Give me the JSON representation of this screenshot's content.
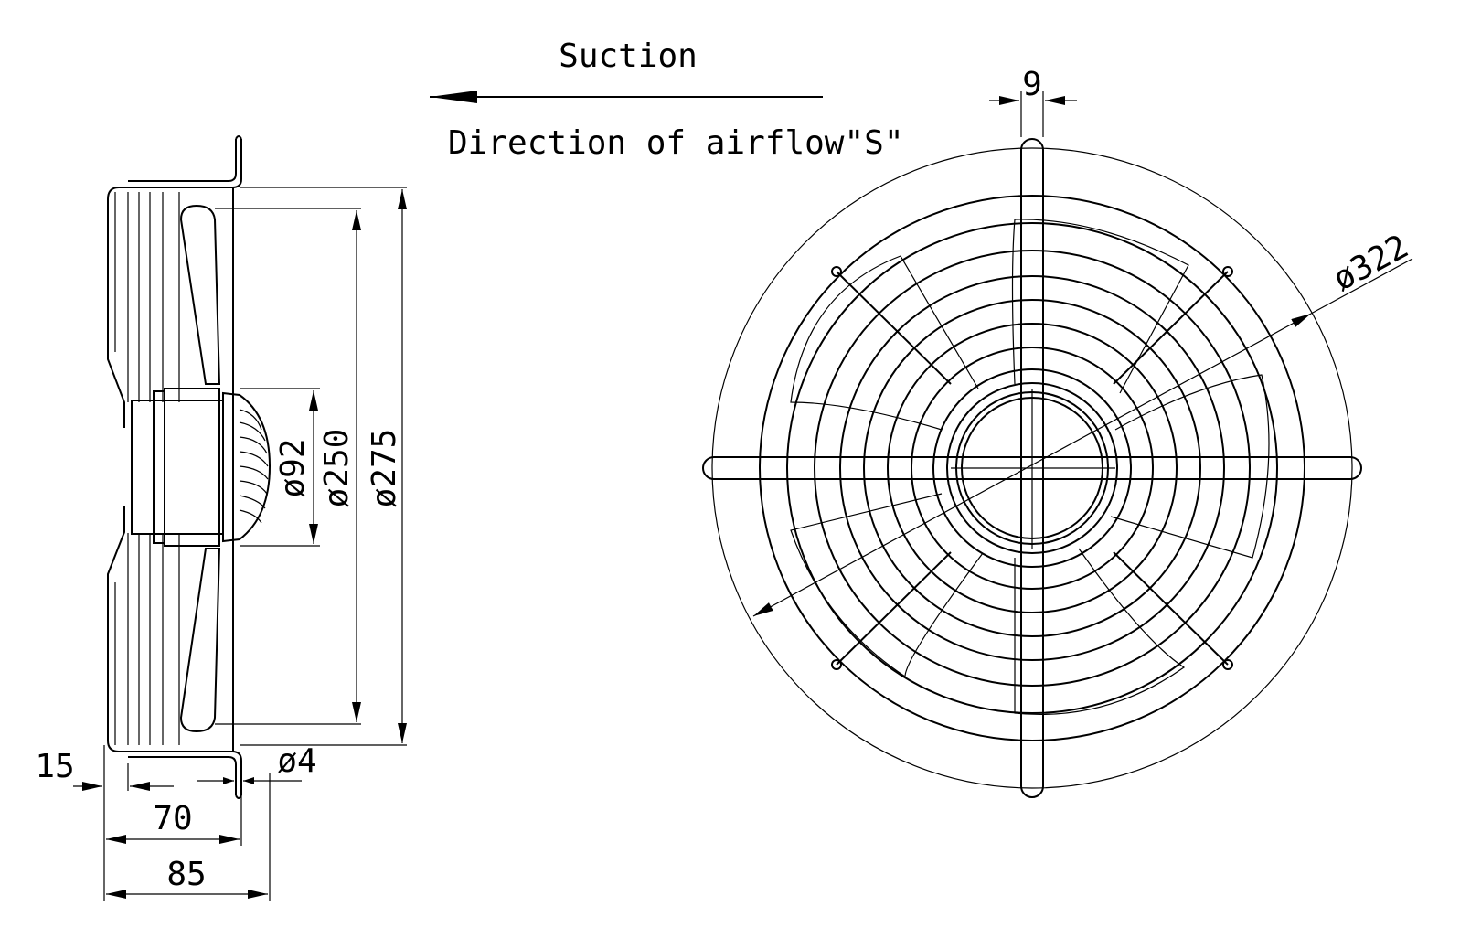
{
  "header": {
    "suction_label": "Suction",
    "airflow_label": "Direction of airflow\"S\""
  },
  "side_view": {
    "dimensions": {
      "d92": "ø92",
      "d250": "ø250",
      "d275": "ø275",
      "d4": "ø4",
      "w15": "15",
      "w70": "70",
      "w85": "85"
    }
  },
  "front_view": {
    "dimensions": {
      "w9": "9",
      "d322": "ø322"
    }
  }
}
